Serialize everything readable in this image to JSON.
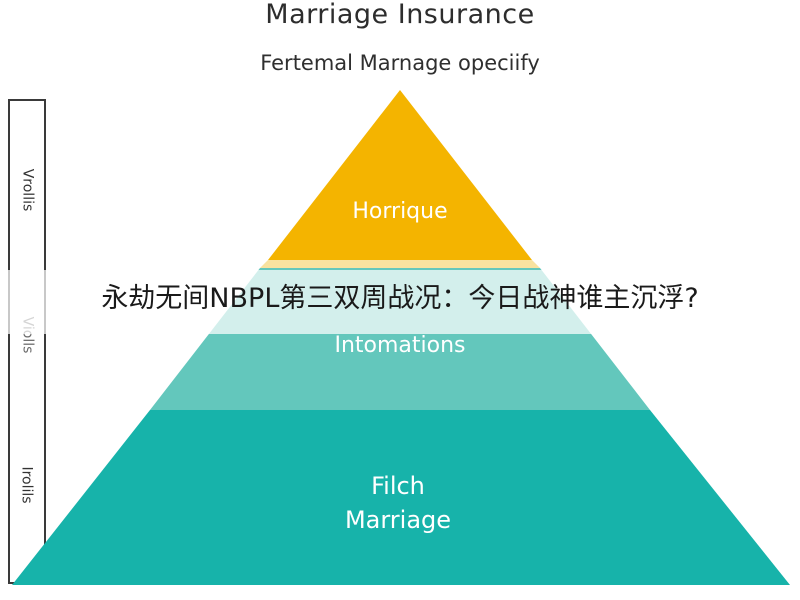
{
  "title": "Marriage Insurance",
  "subtitle": "Fertemal Marnage opeciify",
  "side_labels": [
    "Vrollis",
    "Violls",
    "Irolils"
  ],
  "levels": [
    {
      "label_lines": [
        "Horrique"
      ],
      "color": "#F4B400"
    },
    {
      "label_lines": [
        "Intomations"
      ],
      "color": "#63C7BC"
    },
    {
      "label_lines": [
        "Filch",
        "Marriage"
      ],
      "color": "#17B3AA"
    }
  ],
  "overlay_banner": "永劫无间NBPL第三双周战况：今日战神谁主沉浮?"
}
